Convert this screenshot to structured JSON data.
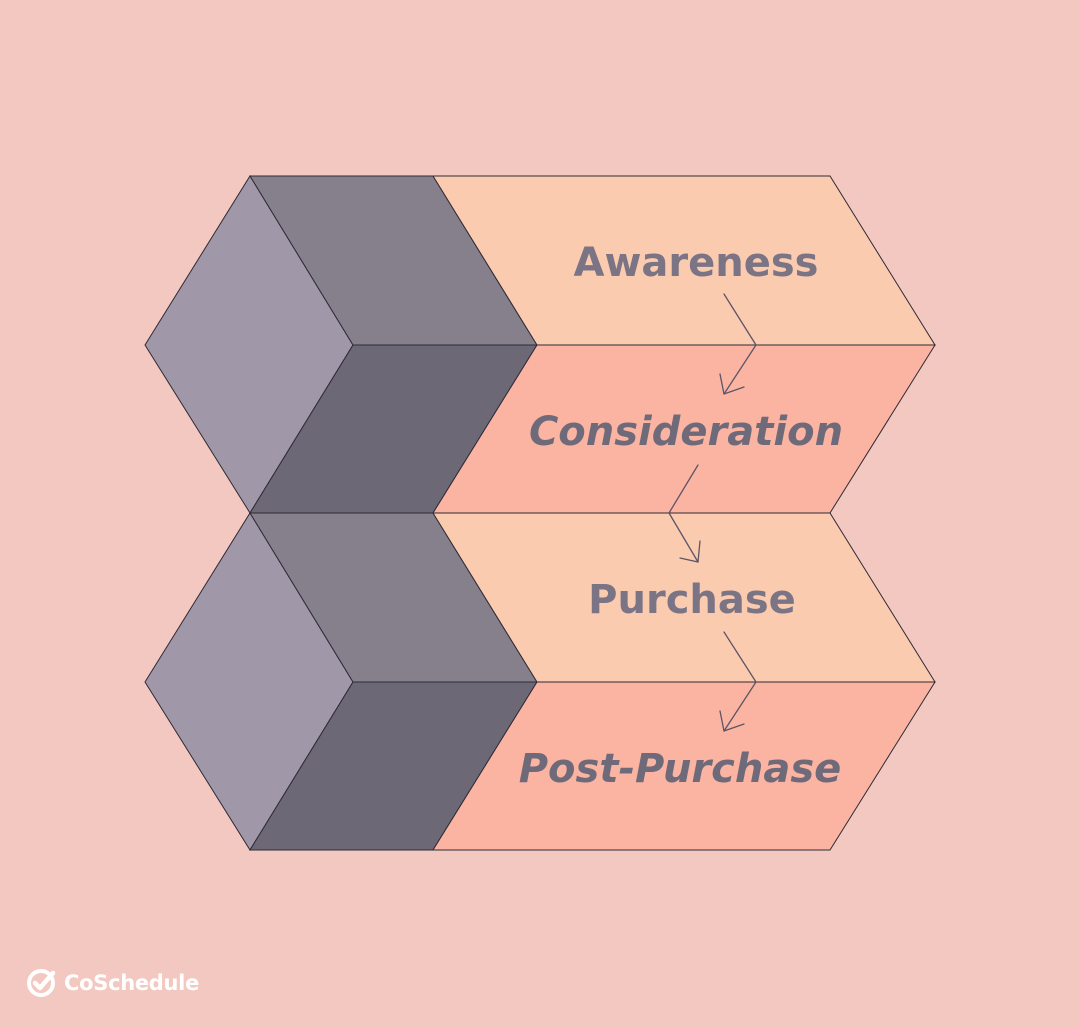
{
  "diagram": {
    "stages": [
      {
        "label": "Awareness",
        "style": "normal"
      },
      {
        "label": "Consideration",
        "style": "italic"
      },
      {
        "label": "Purchase",
        "style": "normal"
      },
      {
        "label": "Post-Purchase",
        "style": "italic"
      }
    ]
  },
  "brand": {
    "name": "CoSchedule",
    "icon": "coschedule-check-icon"
  },
  "colors": {
    "background": "#f3c8c1",
    "cube_left": "#a098a8",
    "cube_top": "#86808c",
    "cube_front": "#6c6876",
    "band_light": "#fbcbb0",
    "band_dark": "#fbb4a2",
    "label": "#7b7485",
    "outline": "#2f2a36"
  }
}
